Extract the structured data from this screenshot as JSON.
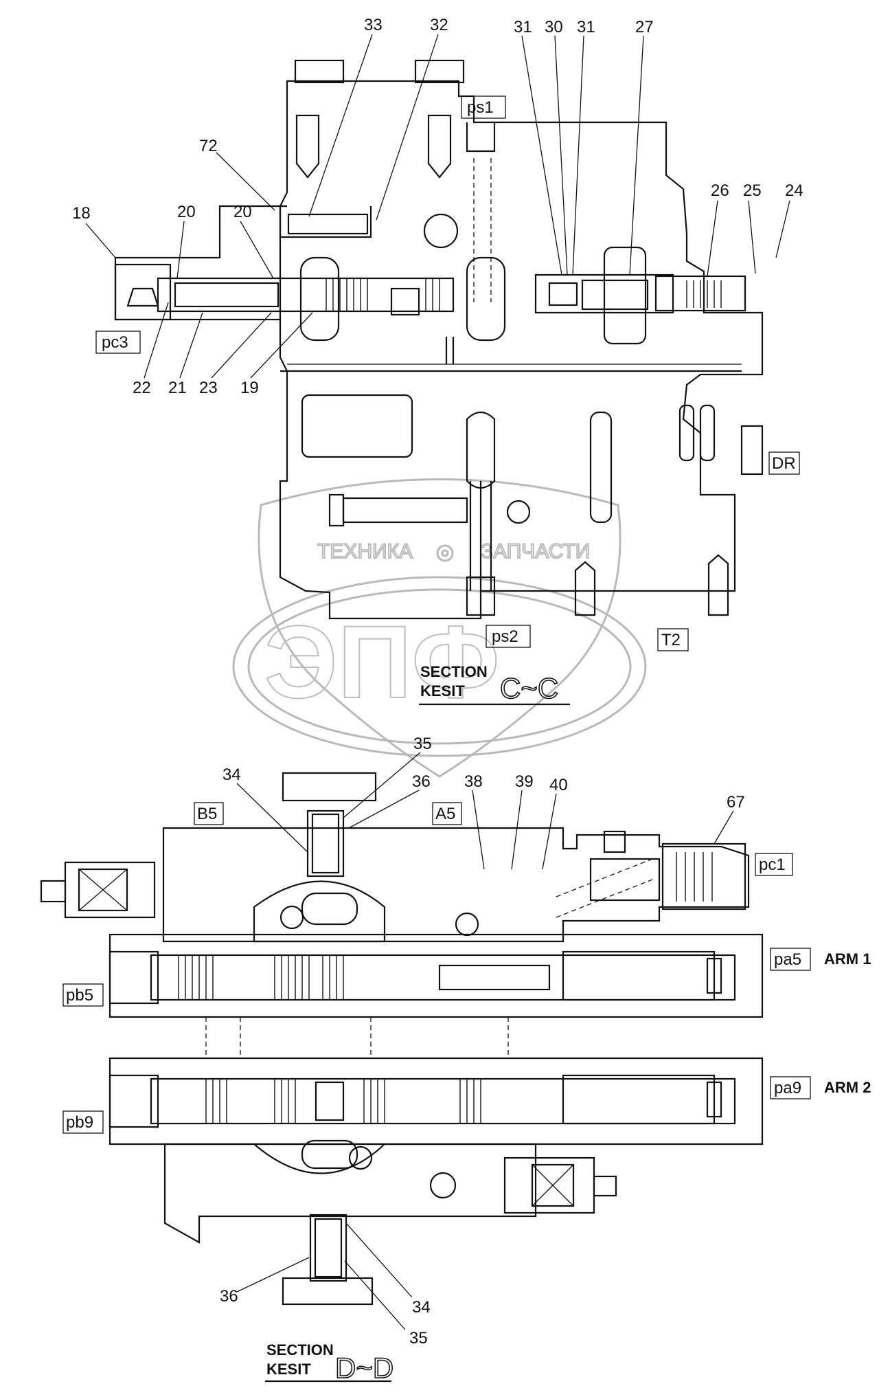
{
  "watermark": {
    "line1_left": "ТЕХНИКА",
    "line1_right": "ЗАПЧАСТИ",
    "logo": "ЭПФ",
    "gear_icon": "gear-icon"
  },
  "section_c": {
    "caption_line1": "SECTION",
    "caption_line2": "KESIT",
    "section_id": "C~C",
    "ports": {
      "ps1": "ps1",
      "pc3": "pc3",
      "dr": "DR",
      "ps2": "ps2",
      "t2": "T2"
    },
    "callouts": {
      "c33": "33",
      "c32": "32",
      "c31a": "31",
      "c30": "30",
      "c31b": "31",
      "c27": "27",
      "c72": "72",
      "c18": "18",
      "c20a": "20",
      "c20b": "20",
      "c26": "26",
      "c25": "25",
      "c24": "24",
      "c22": "22",
      "c21": "21",
      "c23": "23",
      "c19": "19"
    }
  },
  "section_d": {
    "caption_line1": "SECTION",
    "caption_line2": "KESIT",
    "section_id": "D~D",
    "ports": {
      "b5": "B5",
      "a5": "A5",
      "pc1": "pc1",
      "pa5": "pa5",
      "pb5": "pb5",
      "pa9": "pa9",
      "pb9": "pb9"
    },
    "labels": {
      "arm1": "ARM 1",
      "arm2": "ARM 2"
    },
    "callouts": {
      "c35a": "35",
      "c34a": "34",
      "c36a": "36",
      "c38": "38",
      "c39": "39",
      "c40": "40",
      "c67": "67",
      "c36b": "36",
      "c34b": "34",
      "c35b": "35"
    }
  }
}
